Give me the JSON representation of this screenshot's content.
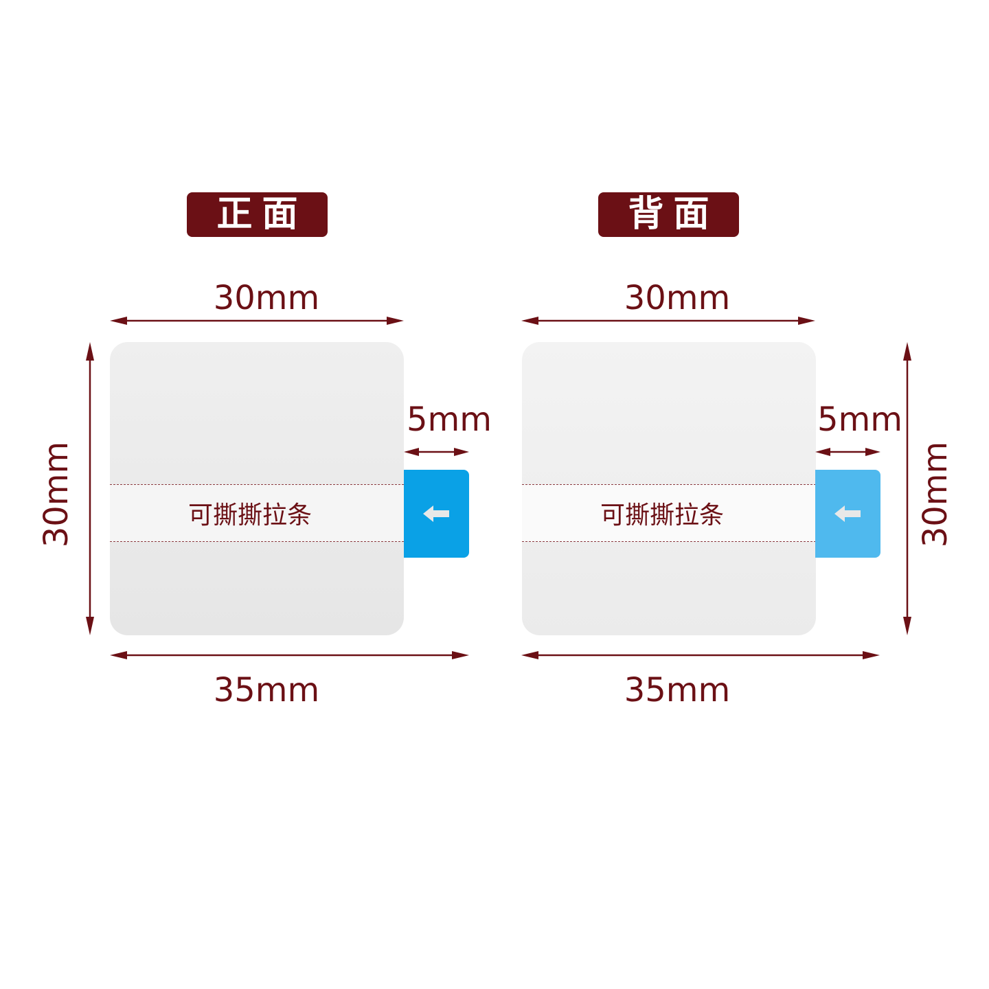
{
  "front": {
    "badge": "正面",
    "top_width": "30mm",
    "tab_width": "5mm",
    "height": "30mm",
    "bottom_width": "35mm",
    "strip_label": "可撕撕拉条"
  },
  "back": {
    "badge": "背面",
    "top_width": "30mm",
    "tab_width": "5mm",
    "height": "30mm",
    "bottom_width": "35mm",
    "strip_label": "可撕撕拉条"
  },
  "colors": {
    "accent": "#6b1015",
    "front_tab": "#0aa1e6",
    "back_tab": "#4fb9ee"
  },
  "icons": {
    "tab_arrow": "arrow-left-icon"
  }
}
